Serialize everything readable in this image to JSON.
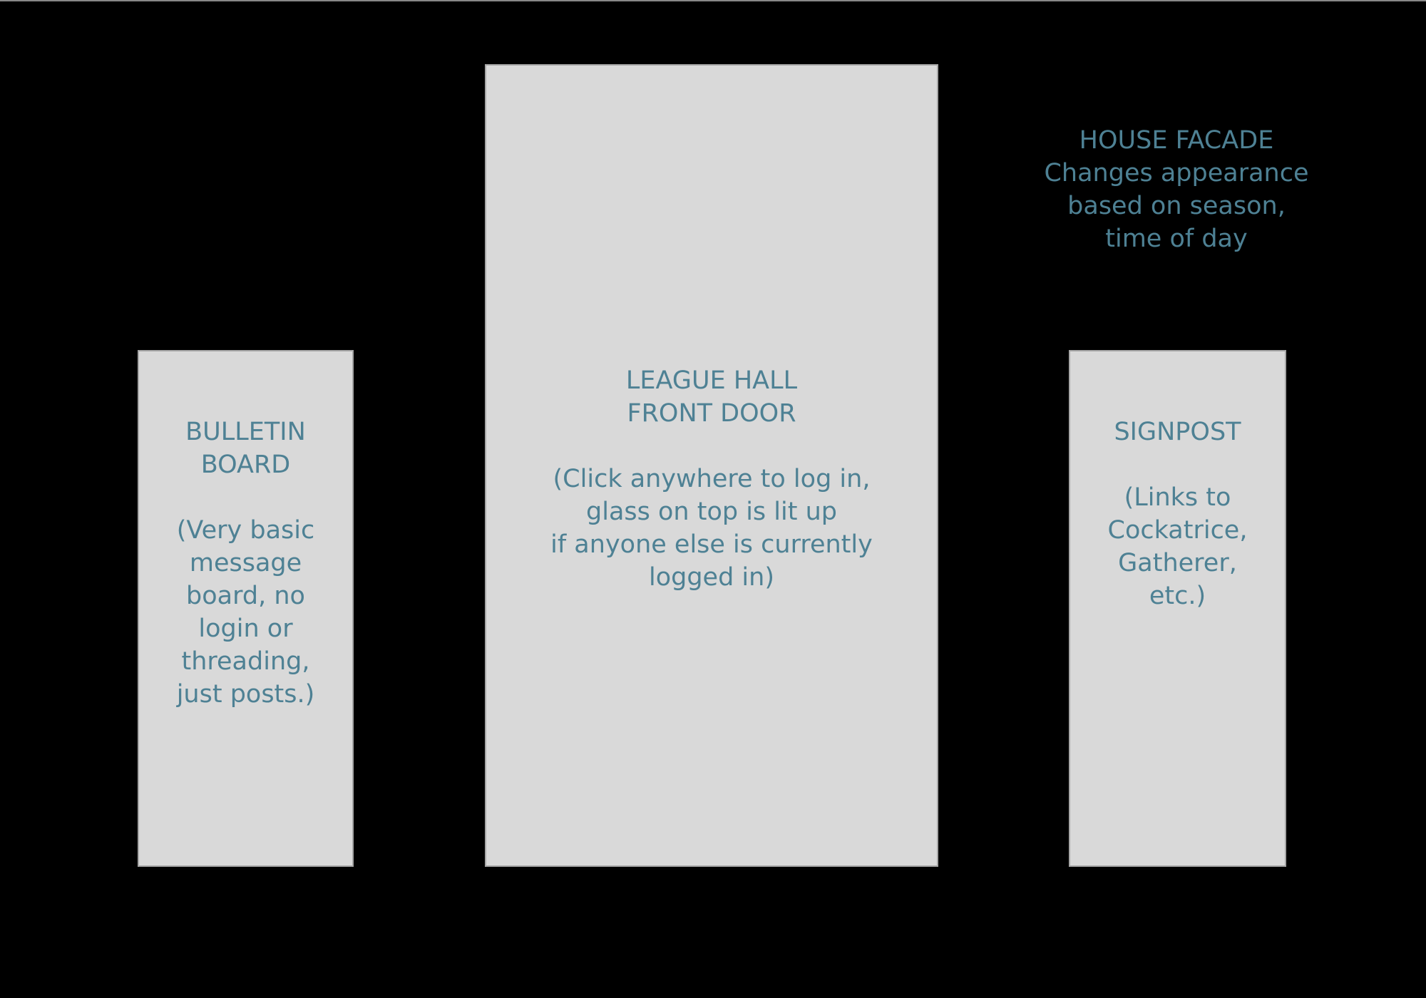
{
  "bulletin_board": {
    "title": "BULLETIN\nBOARD",
    "description": "(Very basic\nmessage\nboard, no\nlogin or\nthreading,\njust posts.)"
  },
  "league_hall": {
    "title": "LEAGUE HALL\nFRONT DOOR",
    "description": "(Click anywhere to log in,\nglass on top is lit up\nif anyone else is currently\nlogged in)"
  },
  "house_facade": {
    "title": "HOUSE FACADE",
    "description": "Changes appearance\nbased on season,\ntime of day"
  },
  "signpost": {
    "title": "SIGNPOST",
    "description": "(Links to\nCockatrice,\nGatherer,\netc.)"
  },
  "colors": {
    "background": "#000000",
    "panel_fill": "#d9d9d9",
    "panel_border": "#a6a6a6",
    "text": "#4e8194"
  }
}
